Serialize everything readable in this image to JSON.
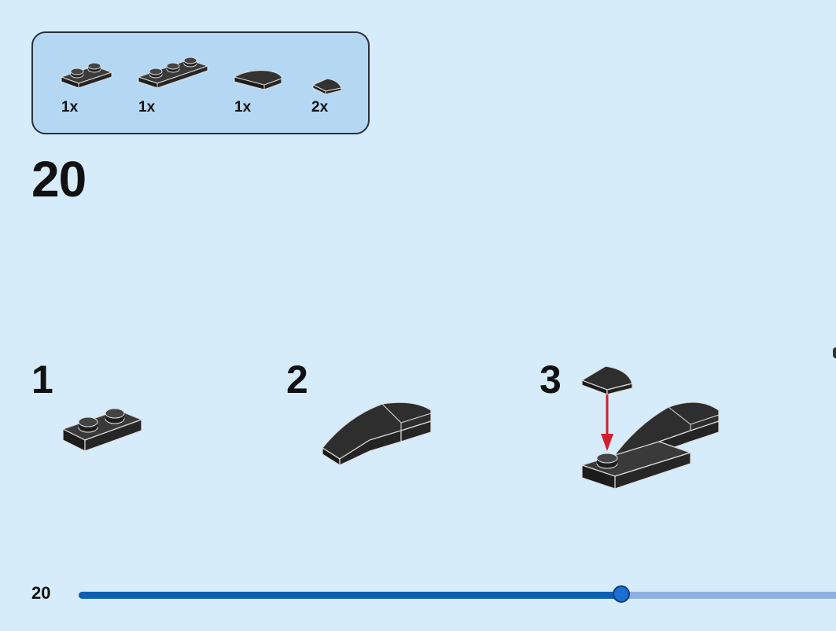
{
  "parts": [
    {
      "name": "plate-1x2",
      "qty": "1x"
    },
    {
      "name": "plate-1x3",
      "qty": "1x"
    },
    {
      "name": "curved-slope-1x2",
      "qty": "1x"
    },
    {
      "name": "quarter-round-tile",
      "qty": "2x"
    }
  ],
  "step": {
    "number": "20",
    "substeps": [
      "1",
      "2",
      "3"
    ]
  },
  "footer": {
    "page_number": "20",
    "progress_percent": 71.7
  },
  "colors": {
    "background": "#d6ecfa",
    "parts_box": "#b4d8f4",
    "brick": "#2b2b2b",
    "arrow": "#d21f2e",
    "progress_fill": "#0d5fb2",
    "progress_track": "#8fb0de"
  }
}
